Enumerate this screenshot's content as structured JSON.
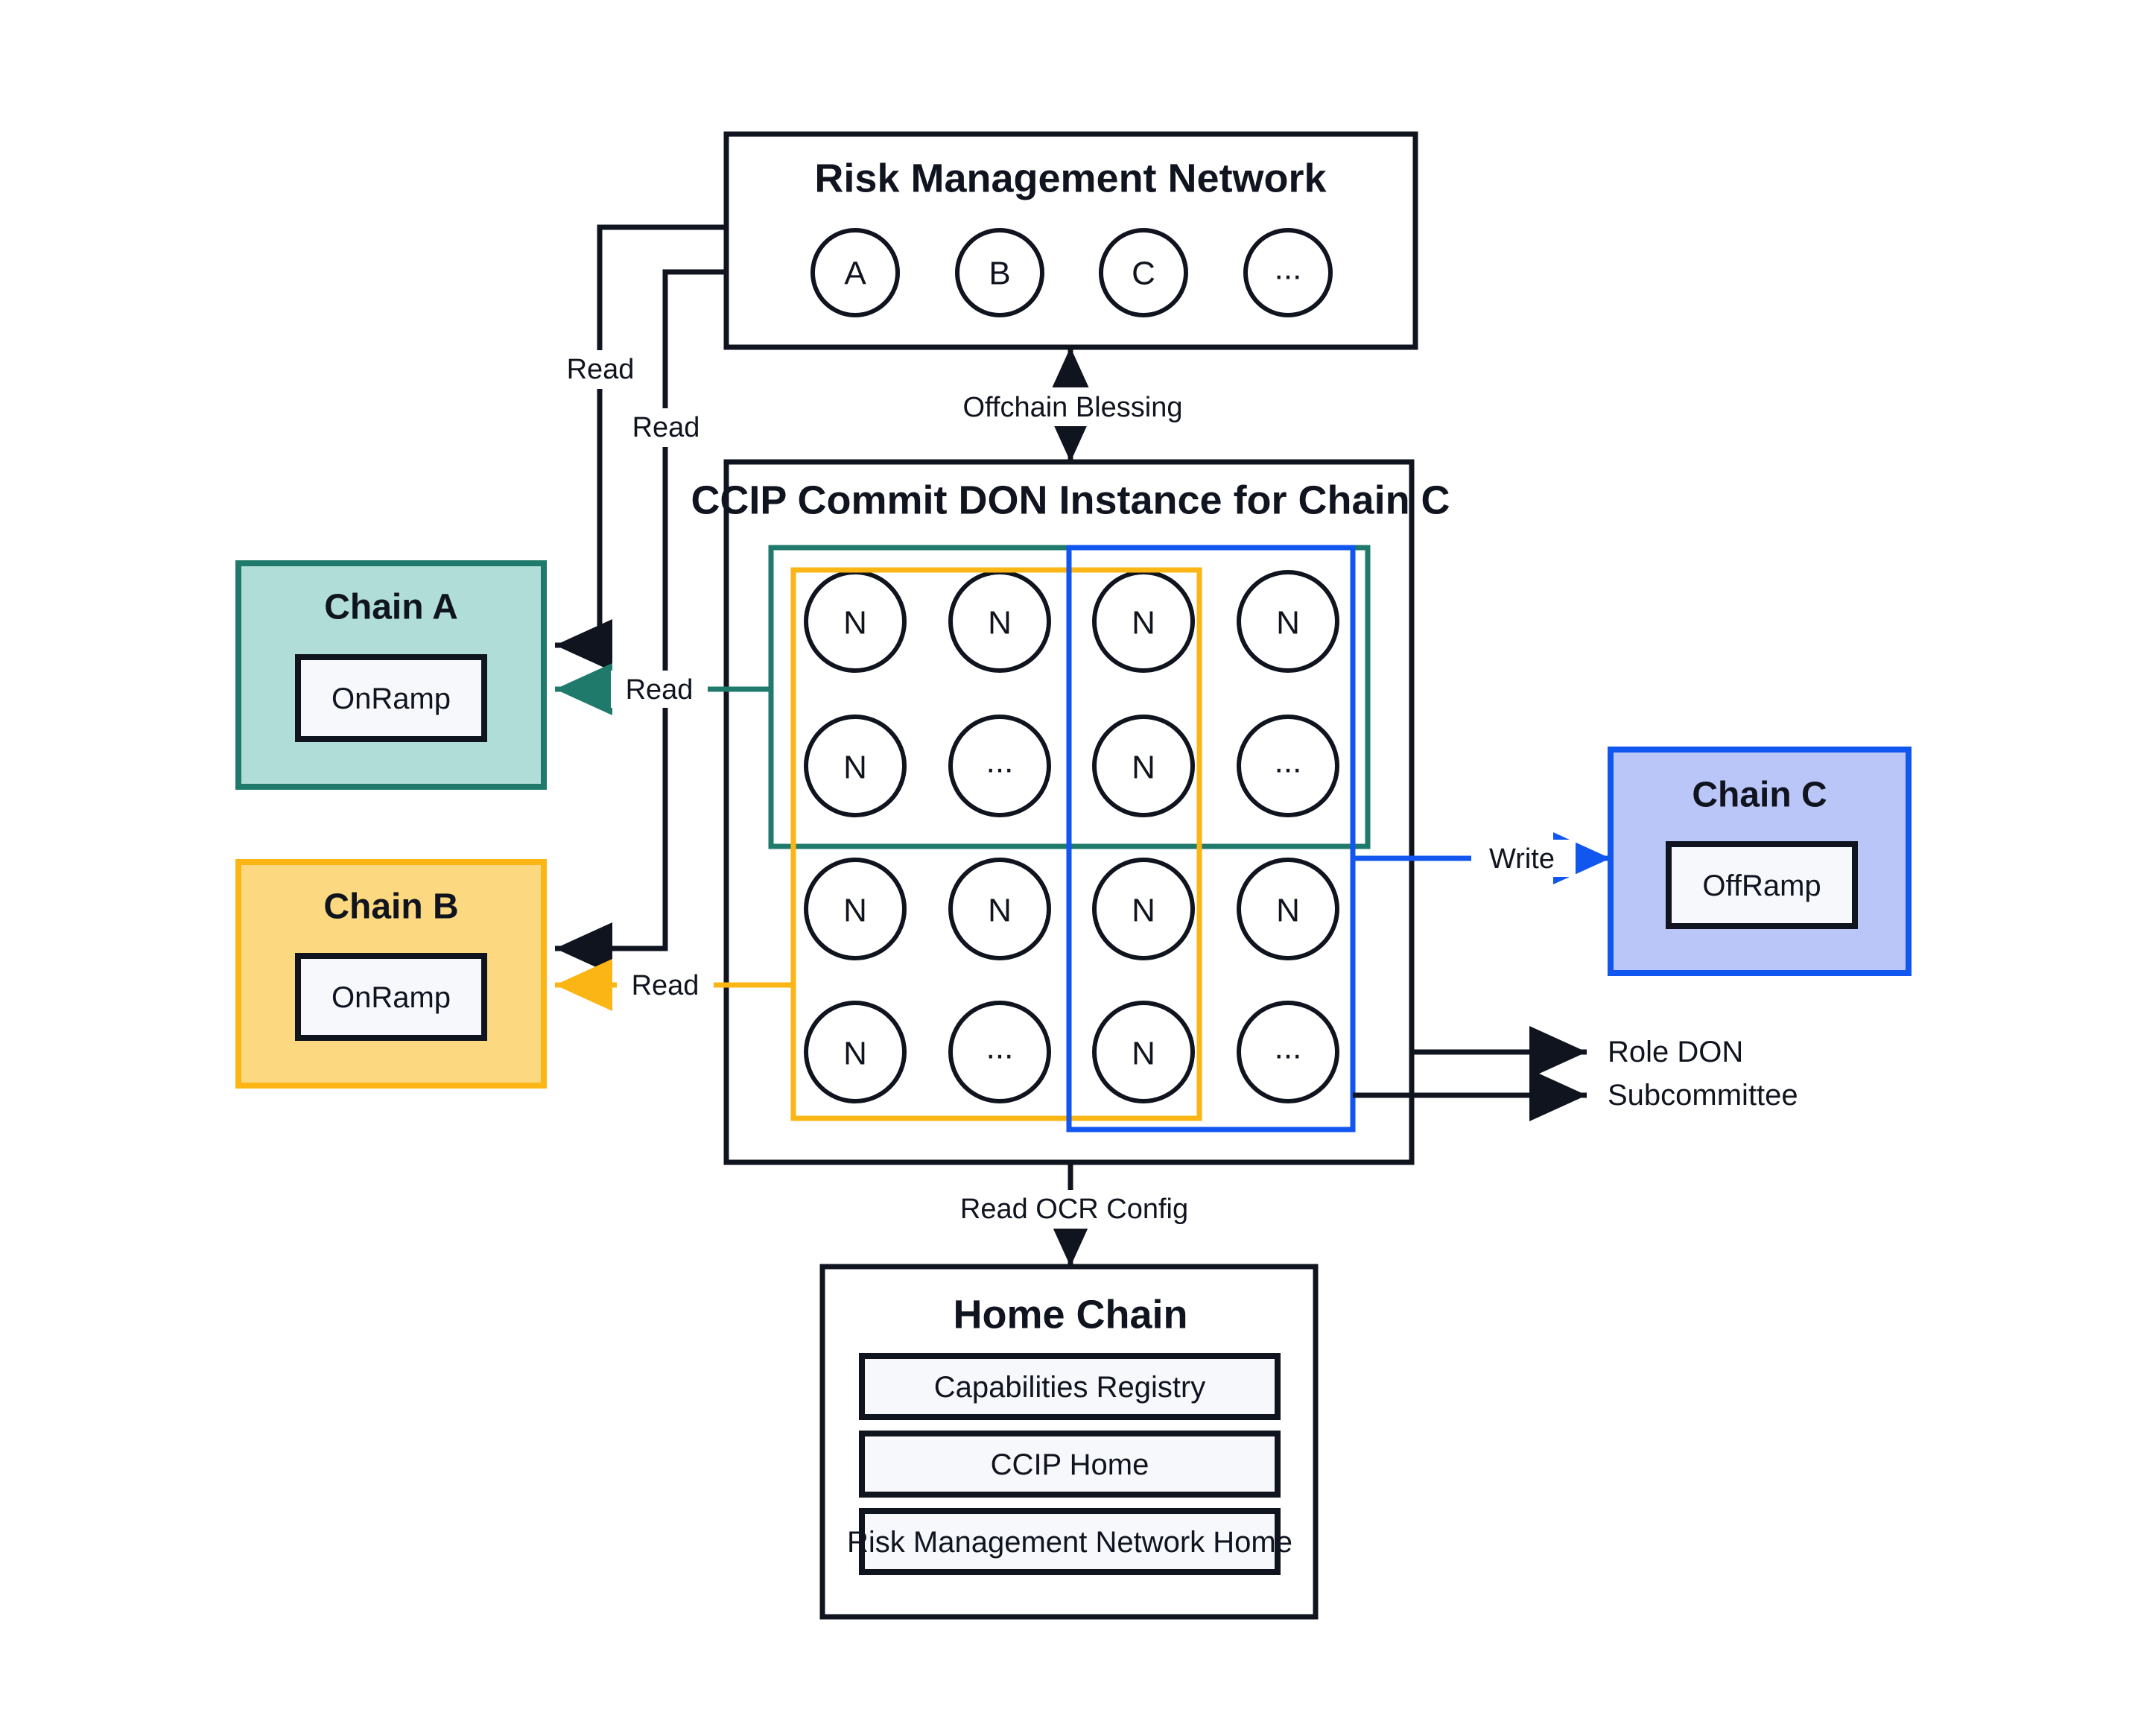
{
  "diagram": {
    "title": "CCIP Commit DON Architecture",
    "colors": {
      "ink": "#10141f",
      "teal_stroke": "#1f7a6b",
      "teal_fill": "#b0ddd8",
      "yellow_stroke": "#f5b korrekt",
      "yellow_stroke_hex": "#fbb615",
      "yellow_fill": "#fcd980",
      "blue_stroke": "#1256f0",
      "blue_fill": "#bac6f7",
      "panel_fill": "#f7f8fc",
      "white": "#ffffff"
    }
  },
  "risk_management_network": {
    "title": "Risk Management Network",
    "nodes": [
      "A",
      "B",
      "C",
      "..."
    ]
  },
  "commit_don": {
    "title": "CCIP Commit DON Instance for Chain C",
    "grid_rows": [
      [
        "N",
        "N",
        "N",
        "N"
      ],
      [
        "N",
        "...",
        "N",
        "..."
      ],
      [
        "N",
        "N",
        "N",
        "N"
      ],
      [
        "N",
        "...",
        "N",
        "..."
      ]
    ]
  },
  "chain_a": {
    "title": "Chain A",
    "ramp": "OnRamp"
  },
  "chain_b": {
    "title": "Chain B",
    "ramp": "OnRamp"
  },
  "chain_c": {
    "title": "Chain C",
    "ramp": "OffRamp"
  },
  "home_chain": {
    "title": "Home Chain",
    "items": [
      "Capabilities Registry",
      "CCIP Home",
      "Risk Management Network Home"
    ]
  },
  "edges": {
    "read_a_black": "Read",
    "read_b_black": "Read",
    "read_a_teal": "Read",
    "read_b_yellow": "Read",
    "offchain_blessing": "Offchain Blessing",
    "write_c": "Write",
    "read_ocr_config": "Read OCR Config"
  },
  "legend": {
    "role_don": "Role DON",
    "subcommittee": "Subcommittee"
  }
}
